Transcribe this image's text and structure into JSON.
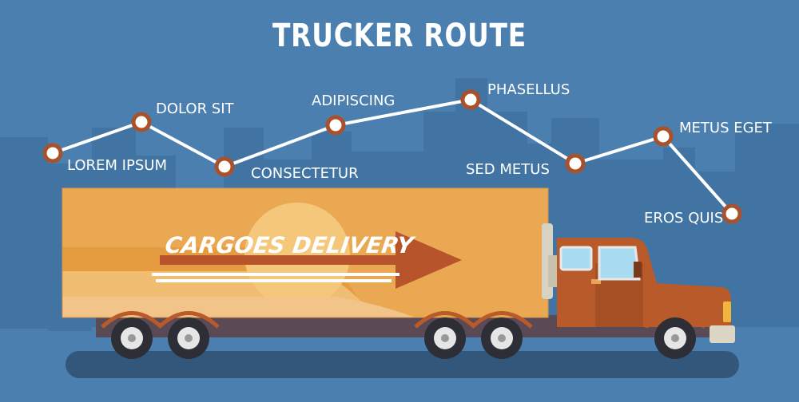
{
  "title": "TRUCKER ROUTE",
  "colors": {
    "background": "#4a7fb0",
    "skyline": "#3f6f9c",
    "route_line": "#ffffff",
    "route_marker": "#a8512b",
    "trailer": "#eaa853",
    "cab": "#b85a2a",
    "road": "#33577a"
  },
  "route": {
    "points": [
      {
        "label": "LOREM IPSUM"
      },
      {
        "label": "DOLOR SIT"
      },
      {
        "label": "CONSECTETUR"
      },
      {
        "label": "ADIPISCING"
      },
      {
        "label": "PHASELLUS"
      },
      {
        "label": "SED METUS"
      },
      {
        "label": "METUS EGET"
      },
      {
        "label": "EROS QUIS"
      }
    ]
  },
  "truck": {
    "trailer_text": "CARGOES DELIVERY"
  }
}
